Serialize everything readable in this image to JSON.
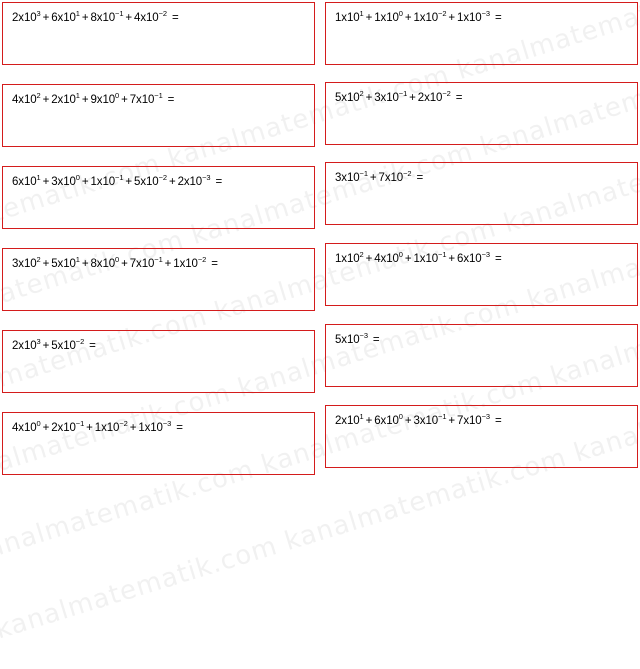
{
  "watermark": "kanalmatematik.com",
  "colors": {
    "border": "#d41c1c"
  },
  "left_column": [
    [
      {
        "c": "2x10",
        "e": "3"
      },
      {
        "c": "6x10",
        "e": "1"
      },
      {
        "c": "8x10",
        "e": "−1"
      },
      {
        "c": "4x10",
        "e": "−2"
      }
    ],
    [
      {
        "c": "4x10",
        "e": "2"
      },
      {
        "c": "2x10",
        "e": "1"
      },
      {
        "c": "9x10",
        "e": "0"
      },
      {
        "c": "7x10",
        "e": "−1"
      }
    ],
    [
      {
        "c": "6x10",
        "e": "1"
      },
      {
        "c": "3x10",
        "e": "0"
      },
      {
        "c": "1x10",
        "e": "−1"
      },
      {
        "c": "5x10",
        "e": "−2"
      },
      {
        "c": "2x10",
        "e": "−3"
      }
    ],
    [
      {
        "c": "3x10",
        "e": "2"
      },
      {
        "c": "5x10",
        "e": "1"
      },
      {
        "c": "8x10",
        "e": "0"
      },
      {
        "c": "7x10",
        "e": "−1"
      },
      {
        "c": "1x10",
        "e": "−2"
      }
    ],
    [
      {
        "c": "2x10",
        "e": "3"
      },
      {
        "c": "5x10",
        "e": "−2"
      }
    ],
    [
      {
        "c": "4x10",
        "e": "0"
      },
      {
        "c": "2x10",
        "e": "−1"
      },
      {
        "c": "1x10",
        "e": "−2"
      },
      {
        "c": "1x10",
        "e": "−3"
      }
    ]
  ],
  "right_column": [
    [
      {
        "c": "1x10",
        "e": "1"
      },
      {
        "c": "1x10",
        "e": "0"
      },
      {
        "c": "1x10",
        "e": "−2"
      },
      {
        "c": "1x10",
        "e": "−3"
      }
    ],
    [
      {
        "c": "5x10",
        "e": "2"
      },
      {
        "c": "3x10",
        "e": "−1"
      },
      {
        "c": "2x10",
        "e": "−2"
      }
    ],
    [
      {
        "c": "3x10",
        "e": "−1"
      },
      {
        "c": "7x10",
        "e": "−2"
      }
    ],
    [
      {
        "c": "1x10",
        "e": "2"
      },
      {
        "c": "4x10",
        "e": "0"
      },
      {
        "c": "1x10",
        "e": "−1"
      },
      {
        "c": "6x10",
        "e": "−3"
      }
    ],
    [
      {
        "c": "5x10",
        "e": "−3"
      }
    ],
    [
      {
        "c": "2x10",
        "e": "1"
      },
      {
        "c": "6x10",
        "e": "0"
      },
      {
        "c": "3x10",
        "e": "−1"
      },
      {
        "c": "7x10",
        "e": "−3"
      }
    ]
  ],
  "plus": "+",
  "equals": "="
}
